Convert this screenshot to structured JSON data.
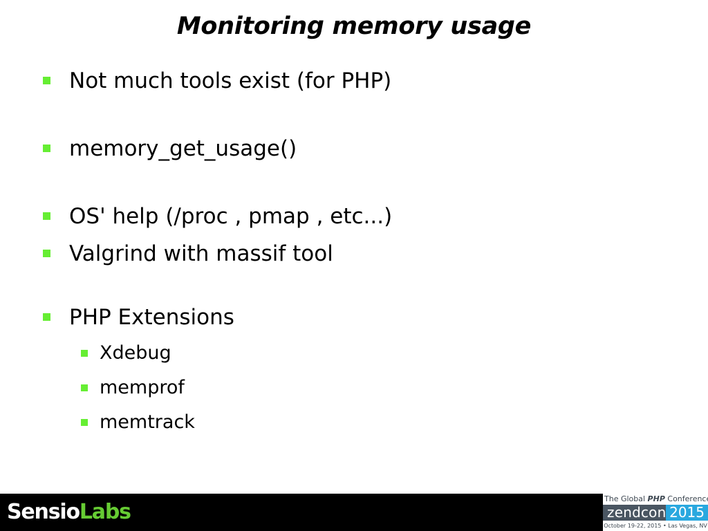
{
  "slide": {
    "title": "Monitoring memory usage",
    "bullet_color": "#66ee33",
    "text_color": "#000000",
    "background": "#ffffff",
    "items": [
      {
        "level": 1,
        "text": "Not much tools exist (for PHP)"
      },
      {
        "level": 1,
        "text": "memory_get_usage()"
      },
      {
        "level": 1,
        "text": "OS' help (/proc , pmap , etc...)"
      },
      {
        "level": 1,
        "text": "Valgrind with massif tool"
      },
      {
        "level": 1,
        "text": "PHP Extensions"
      },
      {
        "level": 2,
        "text": "Xdebug"
      },
      {
        "level": 2,
        "text": "memprof"
      },
      {
        "level": 2,
        "text": "memtrack"
      }
    ]
  },
  "footer": {
    "background": "#000000",
    "logo": {
      "part_one": "Sensio",
      "part_two": "Labs",
      "part_one_color": "#ffffff",
      "part_two_color": "#66cc33"
    },
    "badge": {
      "tagline_before": "The Global ",
      "tagline_php": "PHP",
      "tagline_after": " Conference",
      "brand": "zendcon",
      "year": "2015",
      "dates": "October 19-22, 2015 • Las Vegas, NV",
      "bar_color": "#4a5662",
      "year_color": "#29a8df"
    }
  }
}
